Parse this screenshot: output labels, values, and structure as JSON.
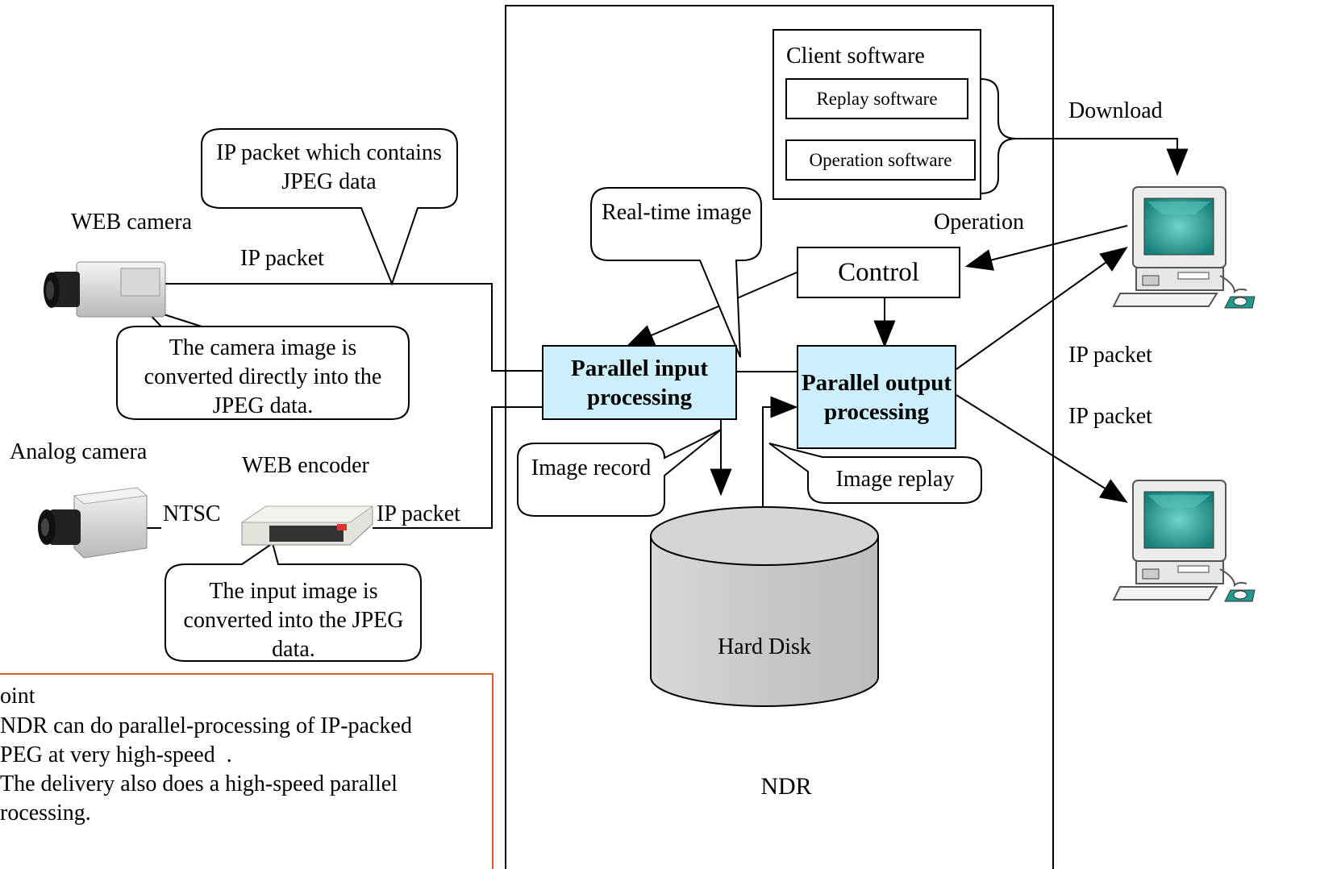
{
  "ndr": {
    "label": "NDR",
    "client_software": "Client software",
    "replay_software": "Replay software",
    "operation_software": "Operation software",
    "control": "Control",
    "parallel_input": "Parallel input processing",
    "parallel_output": "Parallel output processing",
    "hard_disk": "Hard Disk"
  },
  "labels": {
    "web_camera": "WEB camera",
    "analog_camera": "Analog camera",
    "web_encoder": "WEB encoder",
    "ip_packet_camera": "IP packet",
    "ip_packet_encoder": "IP packet",
    "ntsc": "NTSC",
    "download": "Download",
    "operation": "Operation",
    "ip_packet_out_1": "IP packet",
    "ip_packet_out_2": "IP packet"
  },
  "callouts": {
    "ip_packet_jpeg": "IP packet which contains JPEG data",
    "camera_converted": "The camera image is converted directly into the JPEG data.",
    "input_converted": "The input image is converted into the JPEG data.",
    "realtime": "Real-time image",
    "image_record": "Image record",
    "image_replay": "Image replay"
  },
  "point": {
    "title": "oint",
    "line1": "NDR can do parallel-processing of IP-packed",
    "line2": "PEG at very high-speed  .",
    "line3": "The delivery also does a high-speed parallel",
    "line4": "rocessing."
  },
  "colors": {
    "process_fill": "#cdeefb",
    "point_border": "#d65a2a",
    "monitor_screen": "#2aa6a0"
  }
}
